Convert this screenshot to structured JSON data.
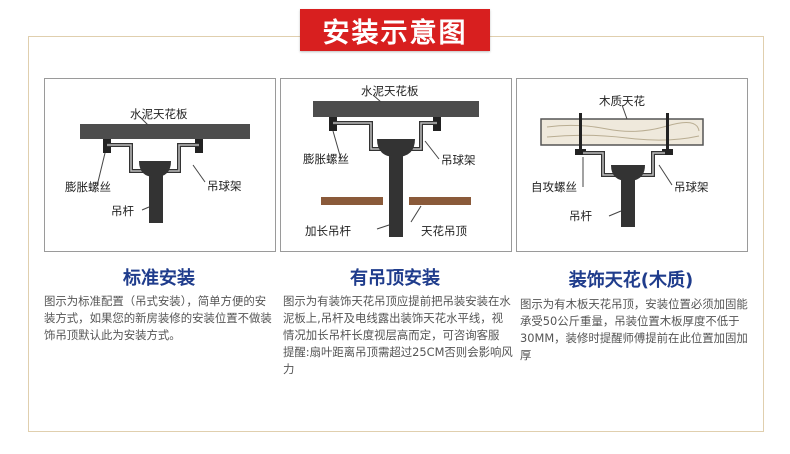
{
  "title": "安装示意图",
  "panels": [
    {
      "labels": {
        "ceiling": "水泥天花板",
        "bolt": "膨胀螺丝",
        "bracket": "吊球架",
        "rod": "吊杆"
      },
      "heading": "标准安装",
      "description": "图示为标准配置（吊式安装），简单方便的安装方式，如果您的新房装修的安装位置不做装饰吊顶默认此为安装方式。"
    },
    {
      "labels": {
        "ceiling": "水泥天花板",
        "bolt": "膨胀螺丝",
        "bracket": "吊球架",
        "rod": "加长吊杆",
        "false_ceiling": "天花吊顶"
      },
      "heading": "有吊顶安装",
      "description": "图示为有装饰天花吊顶应提前把吊装安装在水泥板上,吊杆及电线露出装饰天花水平线，视情况加长吊杆长度视层高而定，可咨询客服",
      "note": "提醒:扇叶距离吊顶需超过25CM否则会影响风力"
    },
    {
      "labels": {
        "ceiling": "木质天花",
        "bolt": "自攻螺丝",
        "bracket": "吊球架",
        "rod": "吊杆"
      },
      "heading": "装饰天花(木质)",
      "description": "图示为有木板天花吊顶，安装位置必须加固能承受50公斤重量，吊装位置木板厚度不低于30MM，装修时提醒师傅提前在此位置加固加厚"
    }
  ]
}
